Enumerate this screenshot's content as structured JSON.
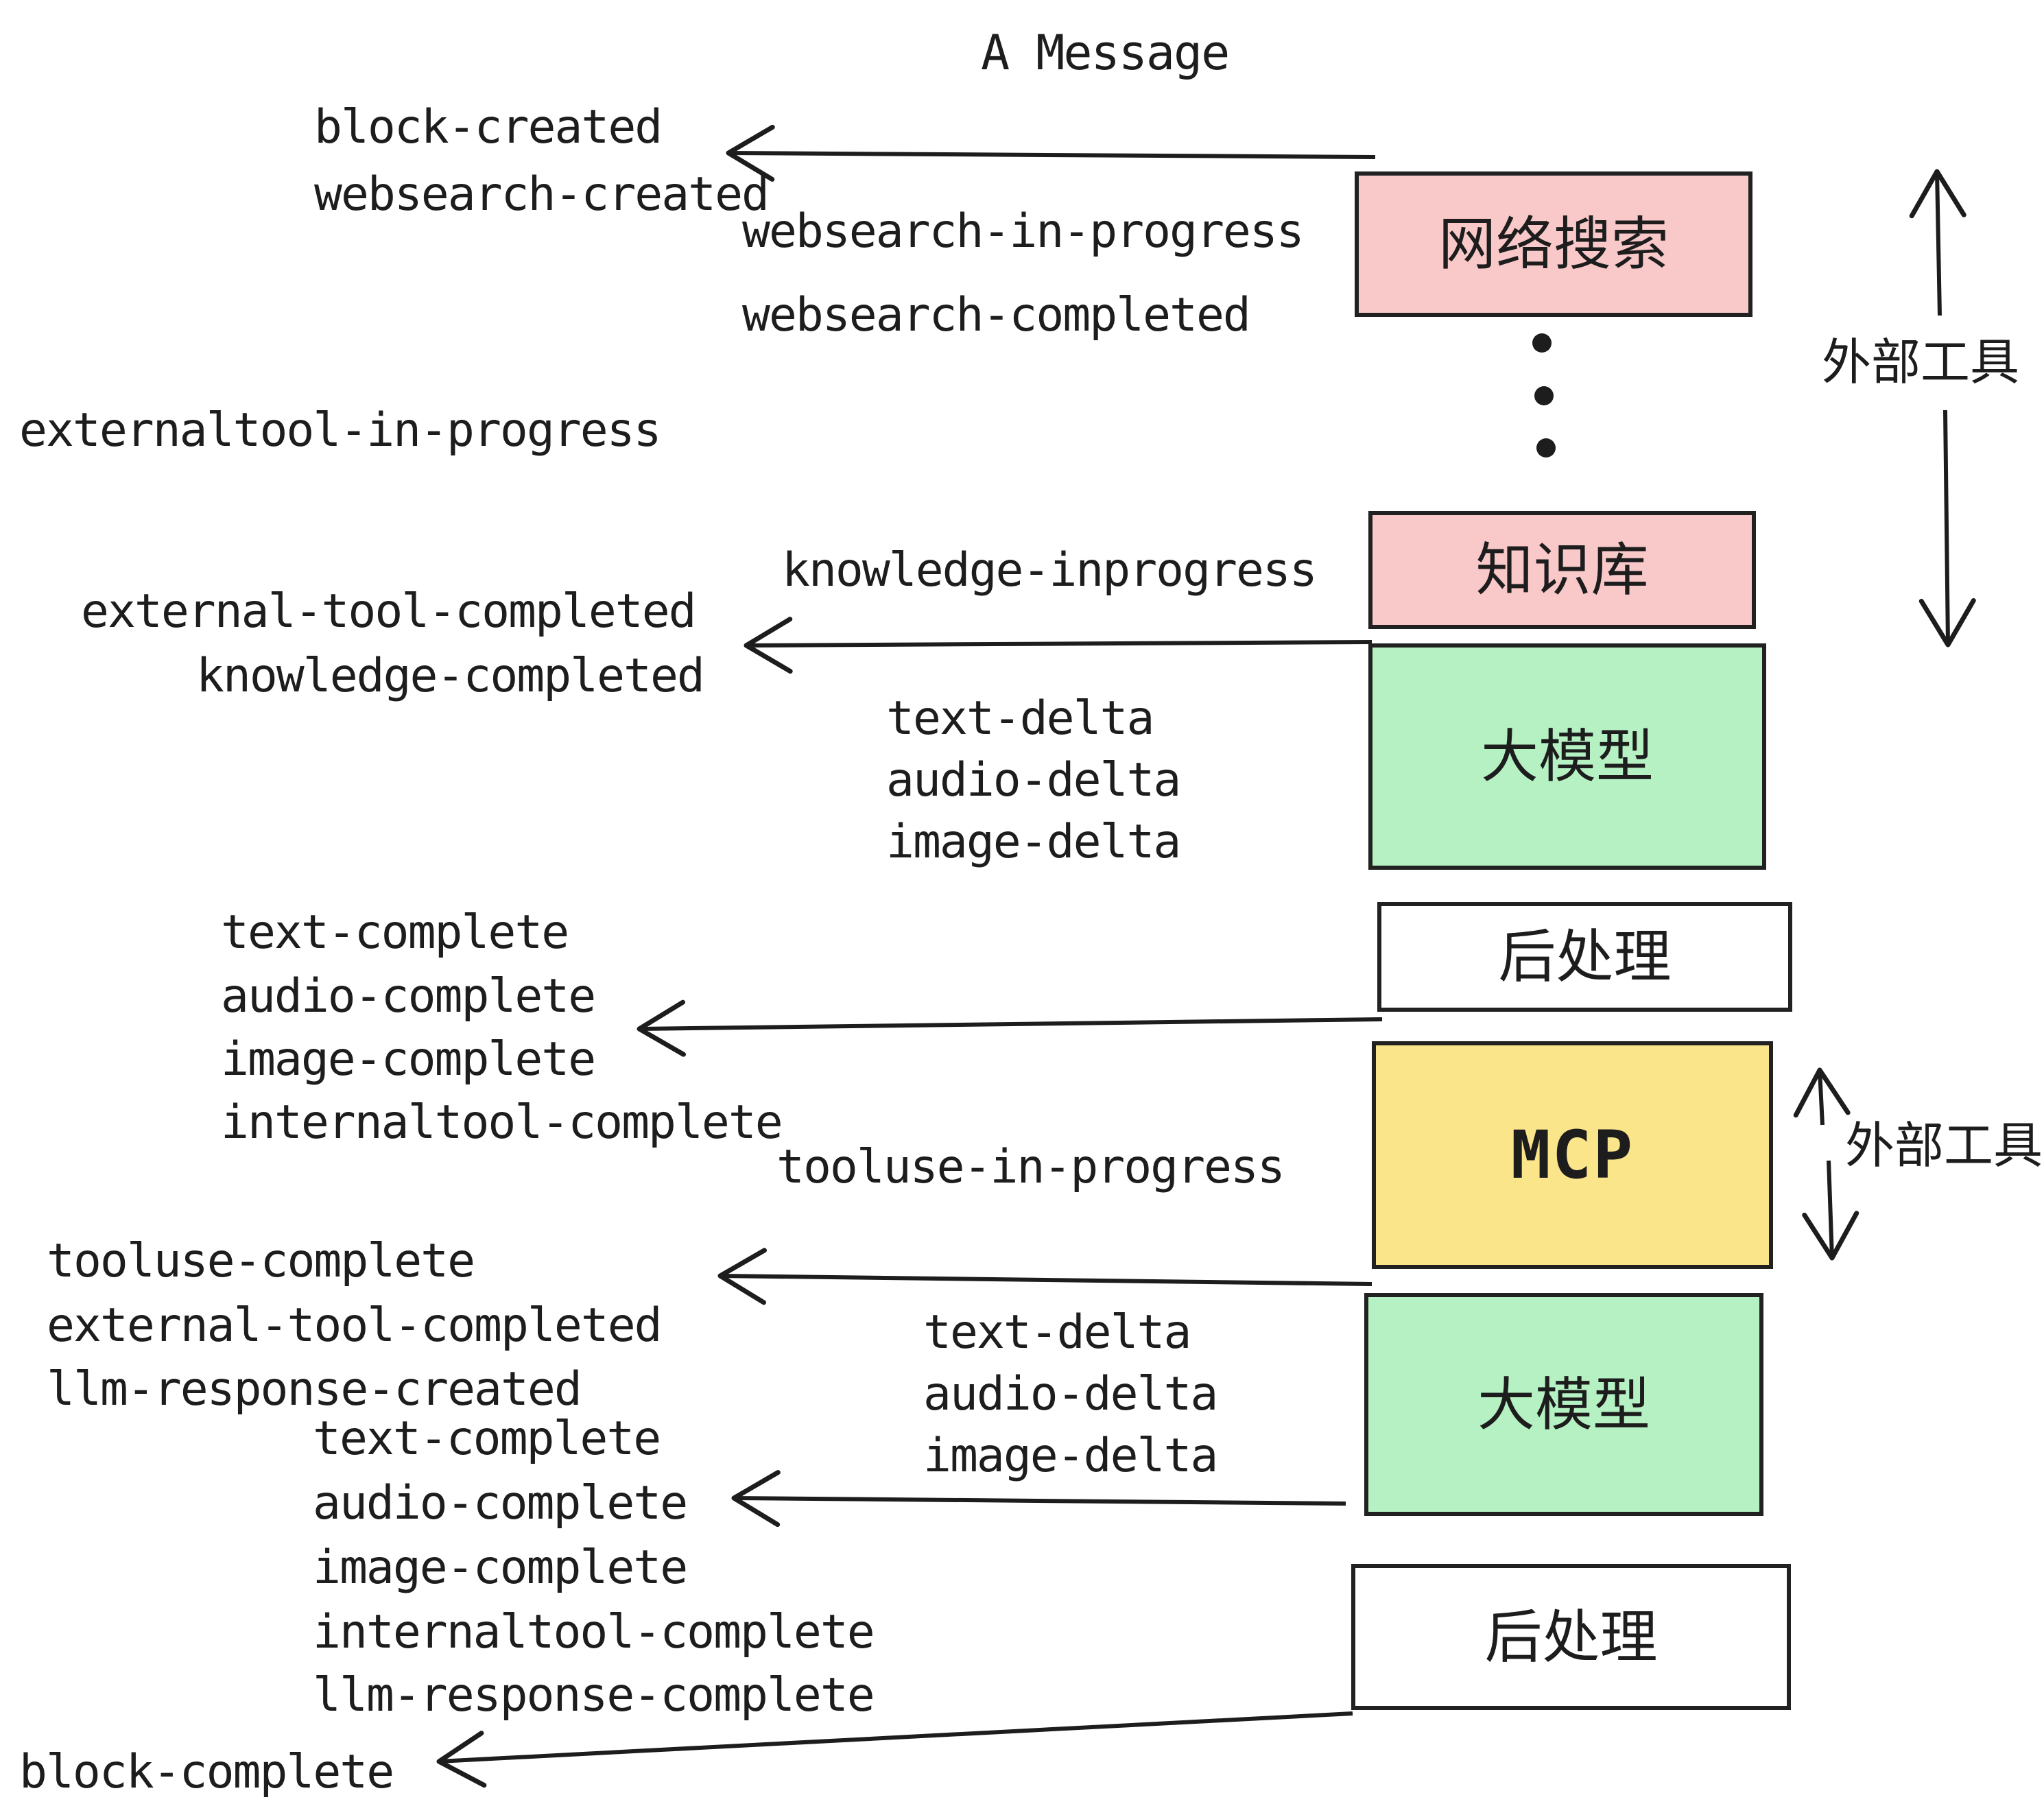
{
  "title": "A Message",
  "colors": {
    "pink": "#f9c8c9",
    "green": "#b5f1c3",
    "yellow": "#fbe58a",
    "white": "#ffffff",
    "ink": "#1d1d1d"
  },
  "events": {
    "block_created": "block-created",
    "websearch_created": "websearch-created",
    "websearch_in_progress": "websearch-in-progress",
    "websearch_completed": "websearch-completed",
    "externaltool_in_progress": "externaltool-in-progress",
    "knowledge_inprogress": "knowledge-inprogress",
    "external_tool_completed_1": "external-tool-completed",
    "knowledge_completed": "knowledge-completed",
    "text_delta_1": "text-delta",
    "audio_delta_1": "audio-delta",
    "image_delta_1": "image-delta",
    "text_complete_1": "text-complete",
    "audio_complete_1": "audio-complete",
    "image_complete_1": "image-complete",
    "internaltool_complete_1": "internaltool-complete",
    "tooluse_in_progress": "tooluse-in-progress",
    "tooluse_complete": "tooluse-complete",
    "external_tool_completed_2": "external-tool-completed",
    "llm_response_created": "llm-response-created",
    "text_complete_2": "text-complete",
    "audio_complete_2": "audio-complete",
    "image_complete_2": "image-complete",
    "internaltool_complete_2": "internaltool-complete",
    "llm_response_complete": "llm-response-complete",
    "text_delta_2": "text-delta",
    "audio_delta_2": "audio-delta",
    "image_delta_2": "image-delta",
    "block_complete": "block-complete"
  },
  "nodes": {
    "websearch": "网络搜索",
    "knowledge": "知识库",
    "llm_1": "大模型",
    "post_1": "后处理",
    "mcp": "MCP",
    "llm_2": "大模型",
    "post_2": "后处理"
  },
  "annotations": {
    "external_tools_1": "外部工具",
    "external_tools_2": "外部工具"
  }
}
